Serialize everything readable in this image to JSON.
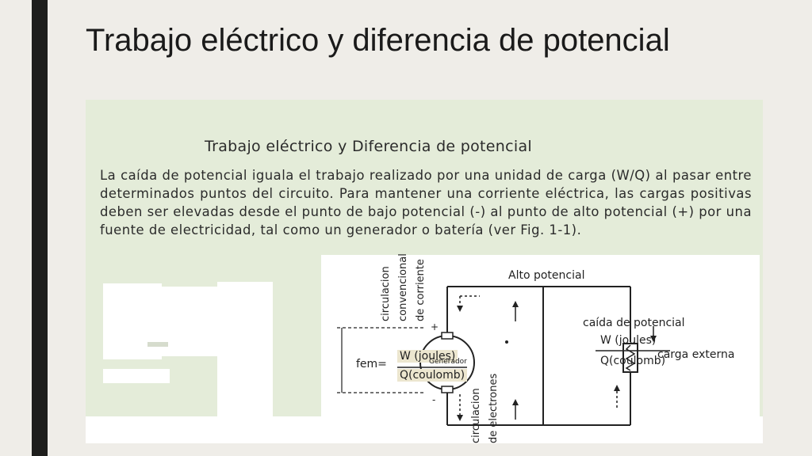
{
  "slide": {
    "title": "Trabajo eléctrico y diferencia de potencial"
  },
  "figure": {
    "heading": "Trabajo eléctrico y Diferencia de potencial",
    "paragraph": "La caída de potencial iguala el trabajo realizado por una unidad de carga (W/Q) al pasar entre determinados puntos del circuito. Para mantener una corriente eléctrica, las cargas positivas deben ser elevadas desde el punto de bajo potencial (-) al punto de alto potencial (+) por una fuente de electricidad, tal como un generador o batería (ver Fig. 1-1).",
    "diagram": {
      "conventional_current_lines": [
        "circulacion",
        "convencional",
        "de corriente"
      ],
      "electron_flow_lines": [
        "circulacion",
        "de electrones"
      ],
      "high_potential": "Alto potencial",
      "potential_drop": "caída de potencial",
      "drop_numerator": "W (joules)",
      "drop_denominator": "Q(coulomb)",
      "fem_label": "fem=",
      "fem_numerator": "W (joules)",
      "fem_denominator": "Q(coulomb)",
      "generator": "Generador",
      "external_load": "carga externa",
      "plus_sign": "+",
      "minus_sign": "-"
    }
  },
  "colors": {
    "side_bar": "#1e1e1c",
    "background": "#efede8",
    "green_banner": "#3aa84a",
    "figure_background": "#e4ecd9"
  }
}
